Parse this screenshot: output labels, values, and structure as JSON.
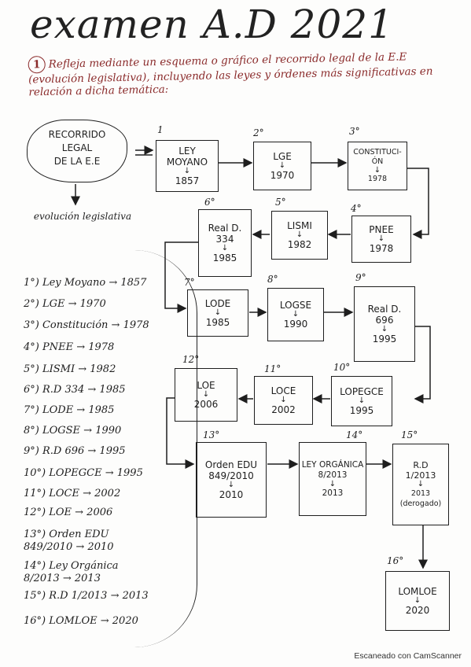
{
  "title": "examen A.D 2021",
  "question": {
    "number": "1",
    "text": "Refleja mediante un esquema o gráfico el recorrido legal de la E.E (evolución legislativa), incluyendo las leyes y órdenes más significativas en relación a dicha temática:"
  },
  "cloud": {
    "line1": "RECORRIDO",
    "line2": "LEGAL",
    "line3": "DE LA E.E",
    "sub": "evolución legislativa"
  },
  "boxes": [
    {
      "ord": "1",
      "l1": "LEY",
      "l2": "MOYANO",
      "year": "1857"
    },
    {
      "ord": "2°",
      "l1": "LGE",
      "l2": "",
      "year": "1970"
    },
    {
      "ord": "3°",
      "l1": "CONSTITUCI-",
      "l2": "ÓN",
      "year": "1978"
    },
    {
      "ord": "4°",
      "l1": "PNEE",
      "l2": "",
      "year": "1978"
    },
    {
      "ord": "5°",
      "l1": "LISMI",
      "l2": "",
      "year": "1982"
    },
    {
      "ord": "6°",
      "l1": "Real D.",
      "l2": "334",
      "year": "1985"
    },
    {
      "ord": "7°",
      "l1": "LODE",
      "l2": "",
      "year": "1985"
    },
    {
      "ord": "8°",
      "l1": "LOGSE",
      "l2": "",
      "year": "1990"
    },
    {
      "ord": "9°",
      "l1": "Real D.",
      "l2": "696",
      "year": "1995"
    },
    {
      "ord": "10°",
      "l1": "LOPEGCE",
      "l2": "",
      "year": "1995"
    },
    {
      "ord": "11°",
      "l1": "LOCE",
      "l2": "",
      "year": "2002"
    },
    {
      "ord": "12°",
      "l1": "LOE",
      "l2": "",
      "year": "2006"
    },
    {
      "ord": "13°",
      "l1": "Orden EDU",
      "l2": "849/2010",
      "year": "2010"
    },
    {
      "ord": "14°",
      "l1": "LEY ORGÁNICA",
      "l2": "8/2013",
      "year": "2013"
    },
    {
      "ord": "15°",
      "l1": "R.D",
      "l2": "1/2013",
      "year": "2013 (derogado)"
    },
    {
      "ord": "16°",
      "l1": "LOMLOE",
      "l2": "",
      "year": "2020"
    }
  ],
  "list": [
    "1°) Ley Moyano → 1857",
    "2°) LGE → 1970",
    "3°) Constitución → 1978",
    "4°) PNEE → 1978",
    "5°) LISMI → 1982",
    "6°) R.D 334 → 1985",
    "7°) LODE → 1985",
    "8°) LOGSE → 1990",
    "9°) R.D 696 → 1995",
    "10°) LOPEGCE → 1995",
    "11°) LOCE → 2002",
    "12°) LOE → 2006",
    "13°) Orden EDU 849/2010 → 2010",
    "14°) Ley Orgánica 8/2013 → 2013",
    "15°) R.D 1/2013 → 2013",
    "16°) LOMLOE → 2020"
  ],
  "watermark": "Escaneado con CamScanner"
}
